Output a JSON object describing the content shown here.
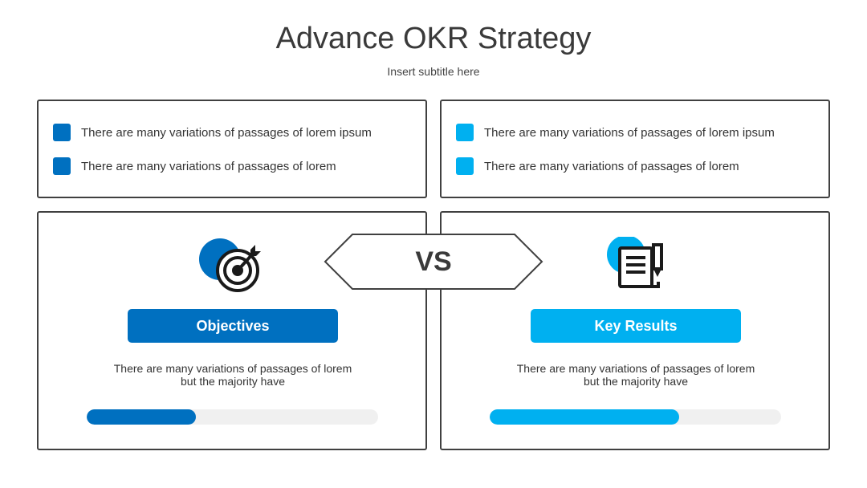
{
  "header": {
    "title": "Advance OKR Strategy",
    "subtitle": "Insert subtitle here"
  },
  "colors": {
    "objectives": "#0070C0",
    "key_results": "#00B0F0",
    "border": "#404040",
    "track": "#F0F0F0"
  },
  "top_left": {
    "items": [
      "There are many variations of passages of lorem ipsum",
      "There are many variations of passages of lorem"
    ]
  },
  "top_right": {
    "items": [
      "There are many variations of passages of lorem ipsum",
      "There are many variations of passages of lorem"
    ]
  },
  "vs_label": "VS",
  "objectives": {
    "icon": "target-icon",
    "label": "Objectives",
    "description": "There are many variations of passages of lorem but the majority have",
    "progress": 0.375
  },
  "key_results": {
    "icon": "document-pencil-icon",
    "label": "Key Results",
    "description": "There are many variations of passages of lorem but the majority have",
    "progress": 0.65
  }
}
